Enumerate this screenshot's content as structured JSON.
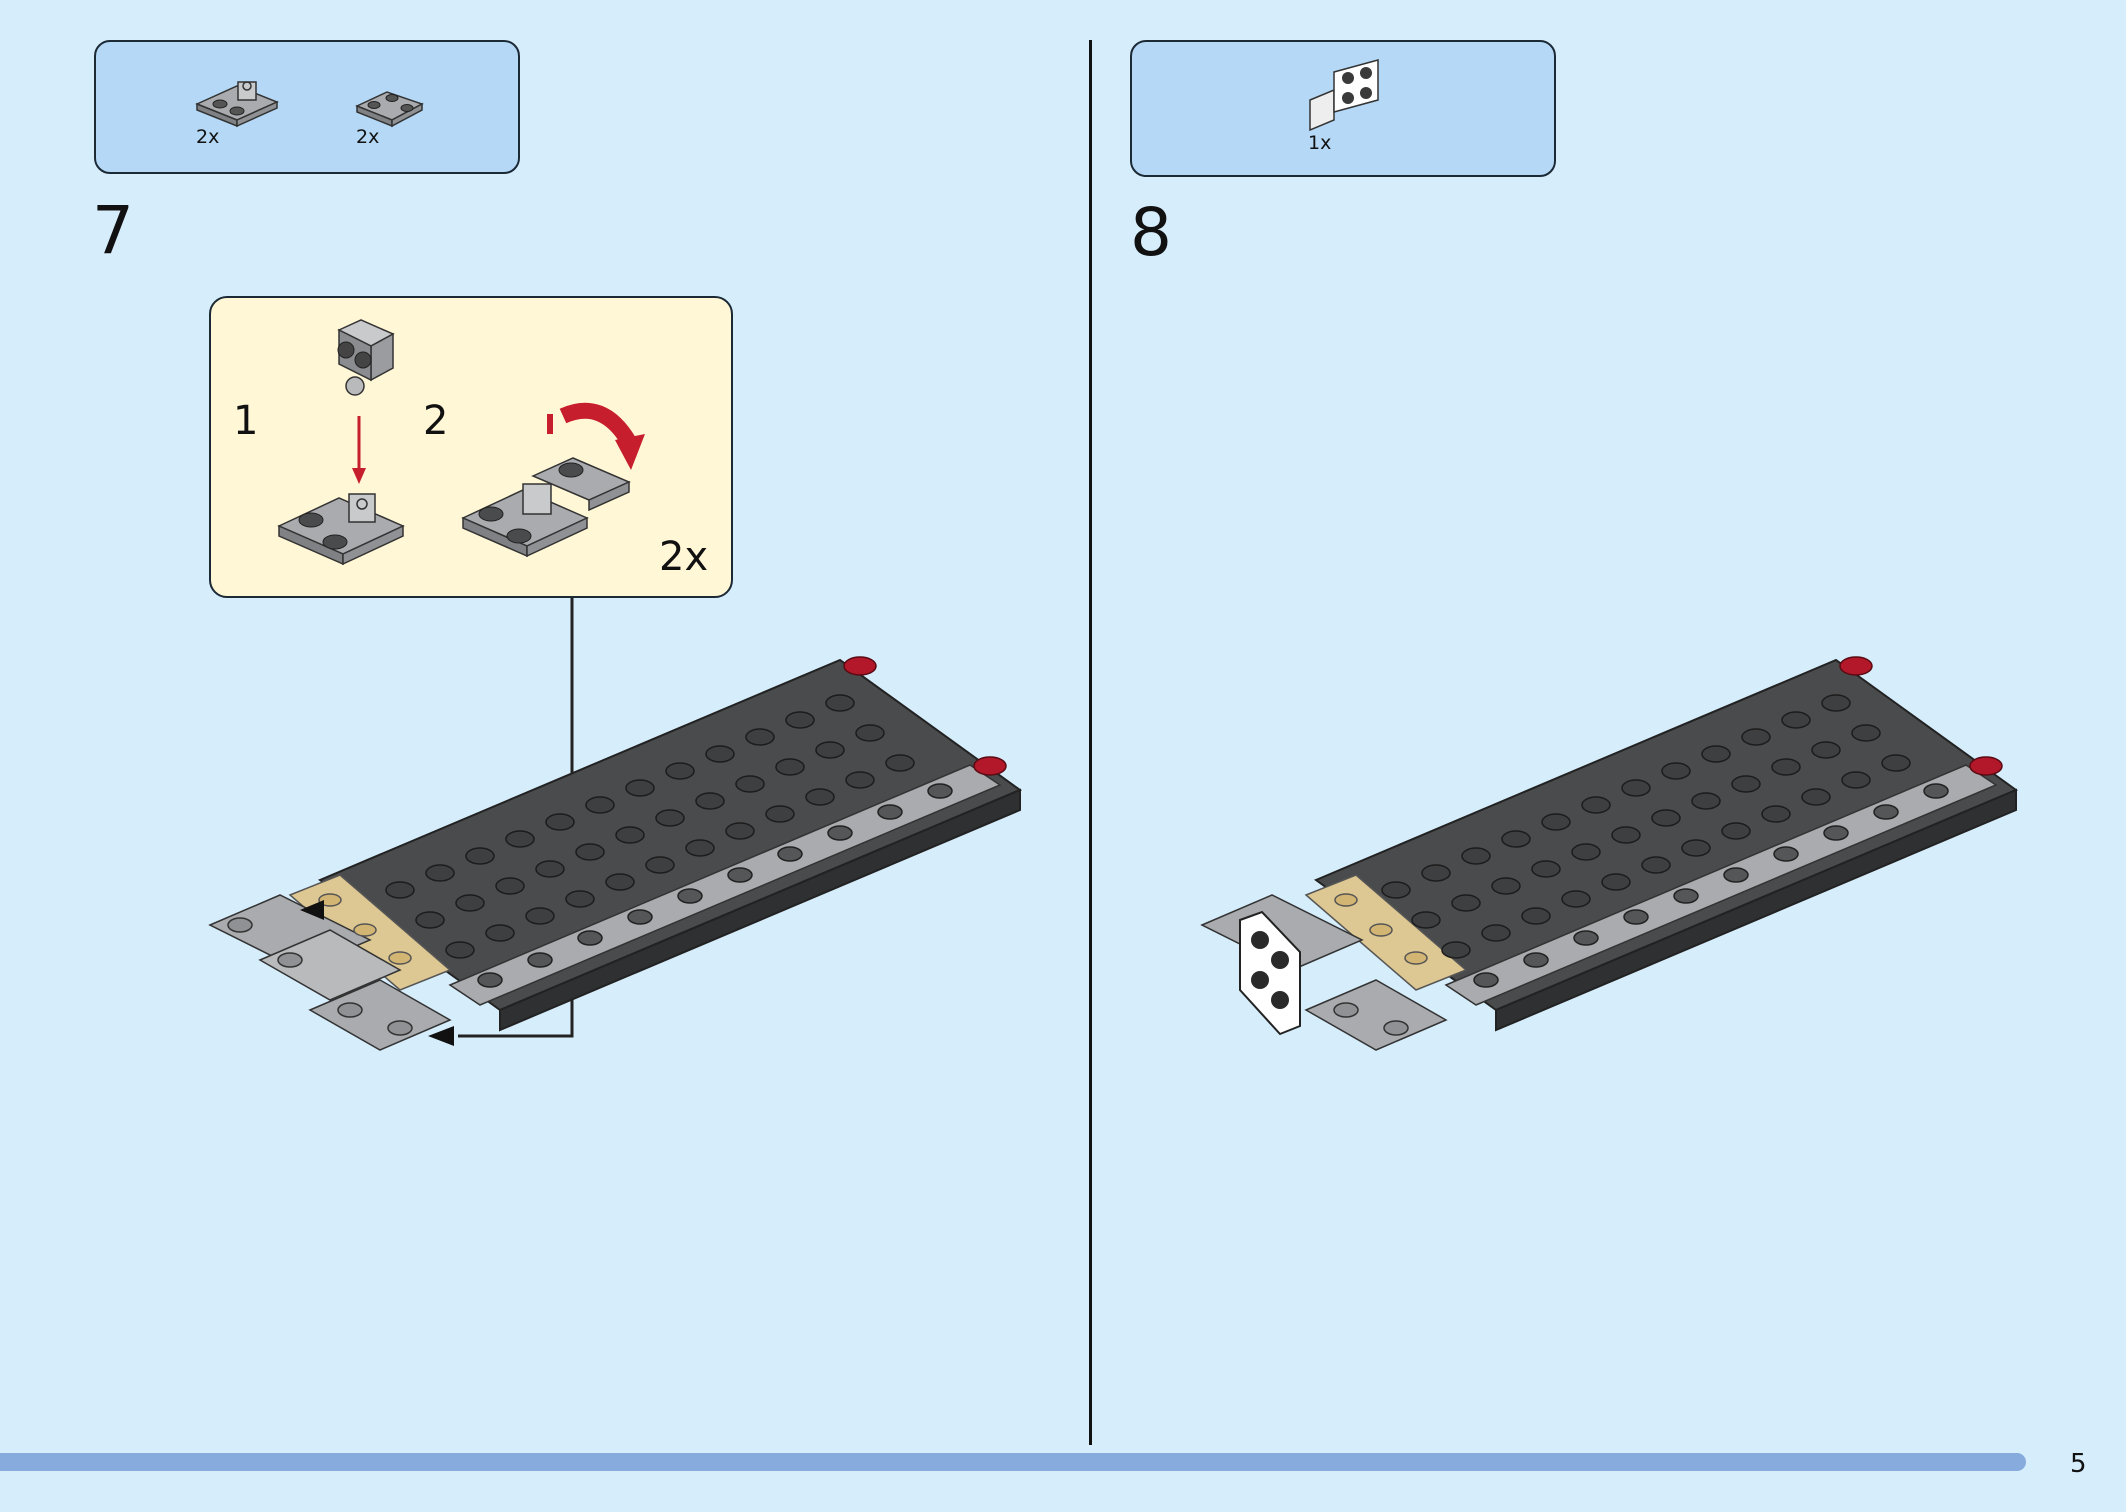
{
  "step7": {
    "number": "7",
    "parts": [
      {
        "qty": "2x"
      },
      {
        "qty": "2x"
      }
    ],
    "callout": {
      "substeps": [
        "1",
        "2"
      ],
      "multiplier": "2x"
    }
  },
  "step8": {
    "number": "8",
    "parts": [
      {
        "qty": "1x"
      }
    ]
  },
  "page": {
    "number": "5"
  },
  "colors": {
    "background": "#d6edfb",
    "parts_box": "#b4d8f5",
    "callout": "#fff7d6",
    "dark_grey": "#4a4b4d",
    "light_grey": "#a9abae",
    "tan": "#ddc792",
    "red": "#b3182a",
    "progress": "#86abdc"
  }
}
